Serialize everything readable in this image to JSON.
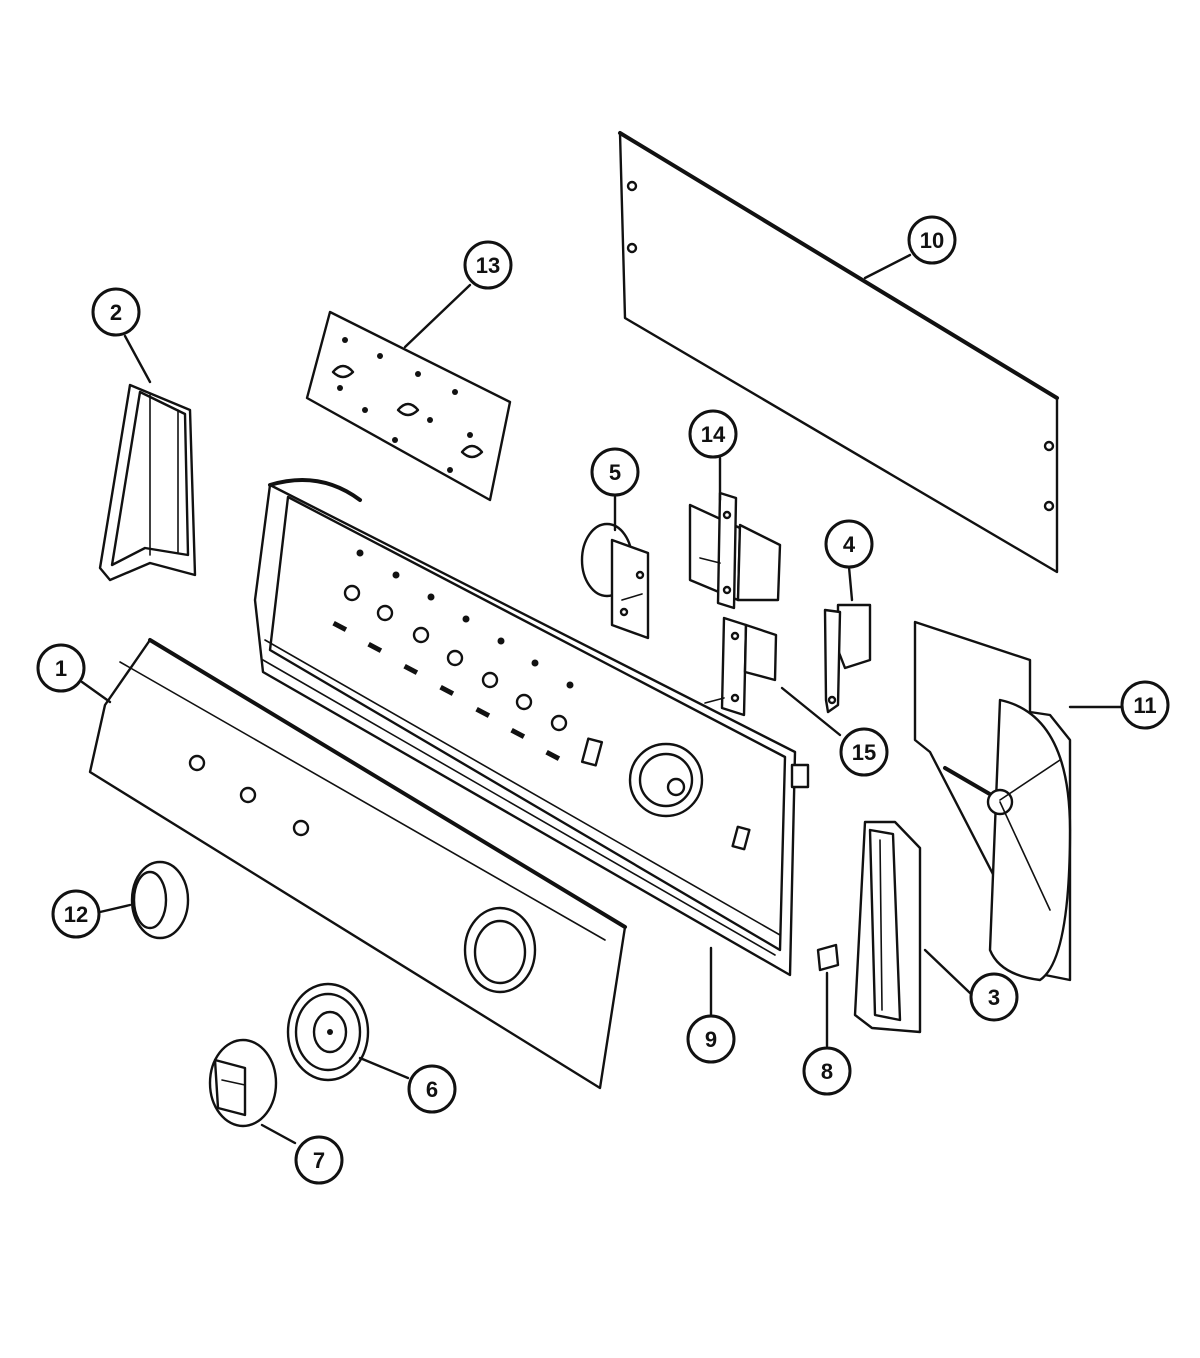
{
  "callouts": [
    {
      "id": "1",
      "label": "1"
    },
    {
      "id": "2",
      "label": "2"
    },
    {
      "id": "3",
      "label": "3"
    },
    {
      "id": "4",
      "label": "4"
    },
    {
      "id": "5",
      "label": "5"
    },
    {
      "id": "6",
      "label": "6"
    },
    {
      "id": "7",
      "label": "7"
    },
    {
      "id": "8",
      "label": "8"
    },
    {
      "id": "9",
      "label": "9"
    },
    {
      "id": "10",
      "label": "10"
    },
    {
      "id": "11",
      "label": "11"
    },
    {
      "id": "12",
      "label": "12"
    },
    {
      "id": "13",
      "label": "13"
    },
    {
      "id": "14",
      "label": "14"
    },
    {
      "id": "15",
      "label": "15"
    }
  ],
  "colors": {
    "ink": "#111111",
    "paper": "#ffffff"
  }
}
